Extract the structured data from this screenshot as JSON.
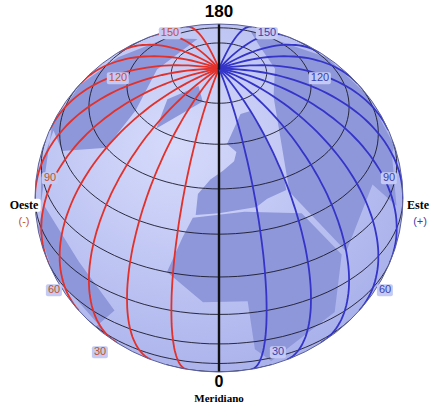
{
  "diagram": {
    "labels": [
      "180",
      "150",
      "150",
      "120",
      "120",
      "90",
      "90",
      "Oeste",
      "(-)",
      "Este",
      "(+)",
      "60",
      "60",
      "30",
      "30",
      "0",
      "Meridiano"
    ]
  }
}
